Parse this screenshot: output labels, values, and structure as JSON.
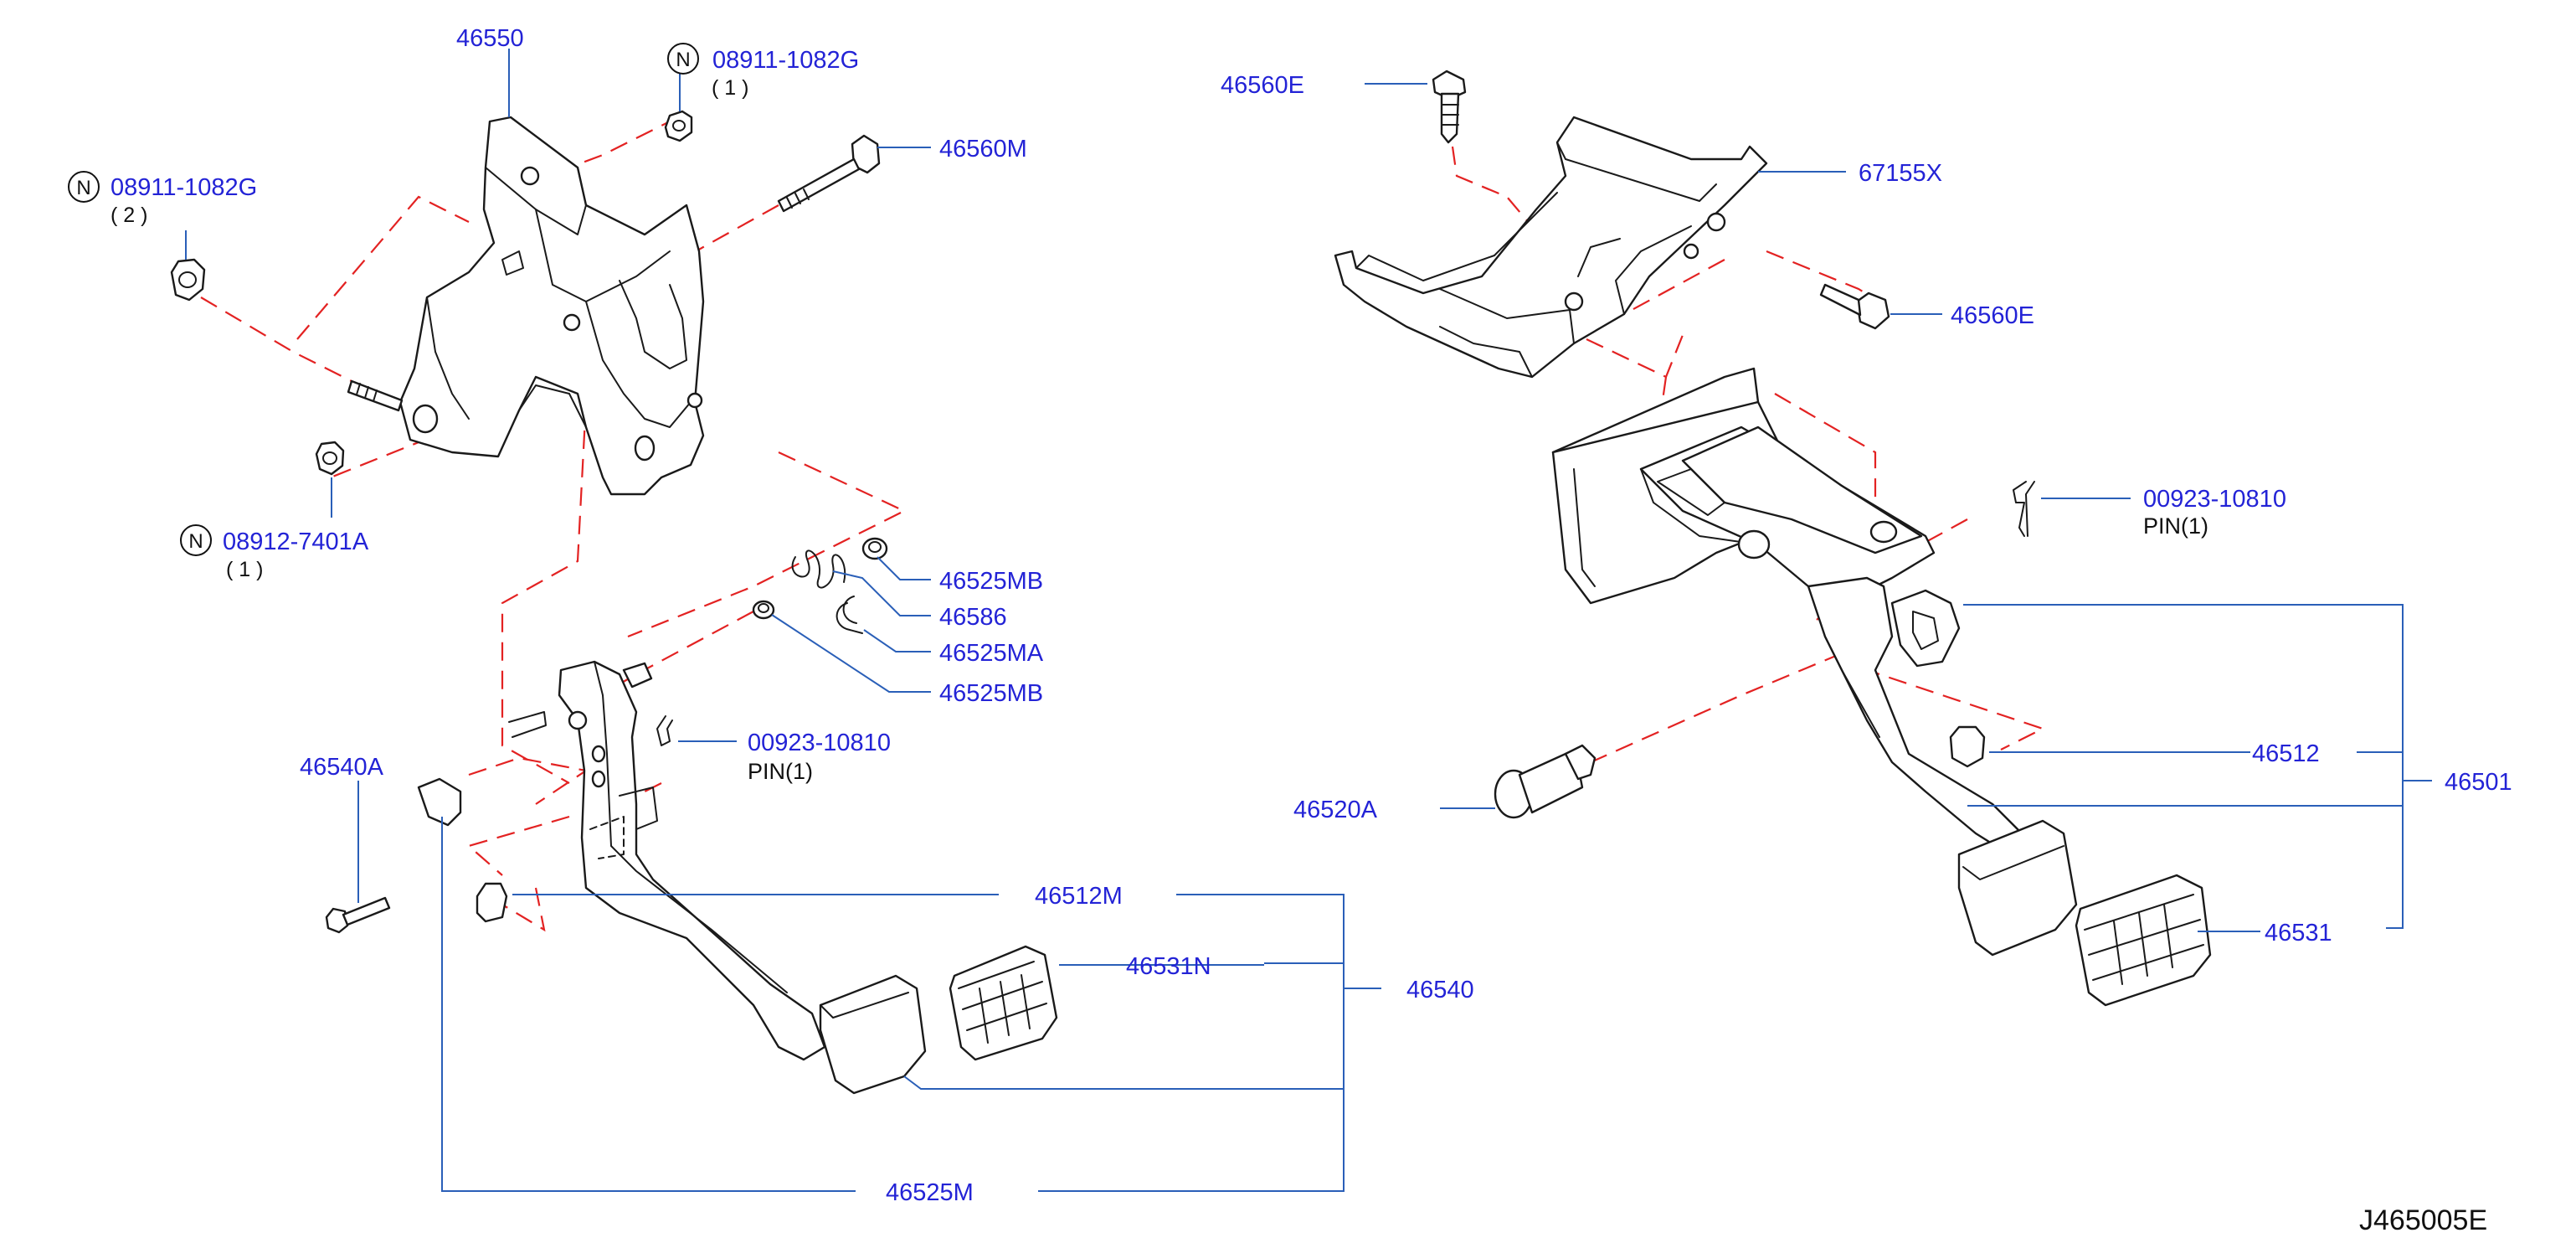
{
  "parts": {
    "p46550": "46550",
    "p08911_1082G_a": "08911-1082G",
    "qty_a": "(  1     )",
    "p08911_1082G_b": "08911-1082G",
    "qty_b": "(  2     )",
    "p46560M": "46560M",
    "p08912_7401A": "08912-7401A",
    "qty_c": "(  1     )",
    "p46525MB_1": "46525MB",
    "p46586": "46586",
    "p46525MA": "46525MA",
    "p46525MB_2": "46525MB",
    "p00923_10810_left": "00923-10810",
    "pin_left": "PIN(1)",
    "p46540A": "46540A",
    "p46512M": "46512M",
    "p46531N": "46531N",
    "p46540": "46540",
    "p46525M": "46525M",
    "p46560E_top": "46560E",
    "p67155X": "67155X",
    "p46560E_right": "46560E",
    "p00923_10810_right": "00923-10810",
    "pin_right": "PIN(1)",
    "p46512": "46512",
    "p46501": "46501",
    "p46520A": "46520A",
    "p46531": "46531"
  },
  "symbols": {
    "nut_marker": "N"
  },
  "reference_code": "J465005E",
  "colors": {
    "label": "#2323d6",
    "leader": "#2a5fb8",
    "phantom_line": "#e32222",
    "outline": "#1a1a1a"
  }
}
